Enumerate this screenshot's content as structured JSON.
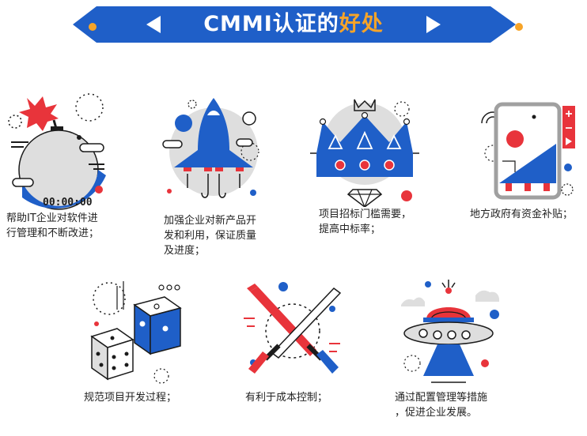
{
  "banner": {
    "title_main": "CMMI认证的",
    "title_accent": "好处"
  },
  "colors": {
    "blue": "#1f5fc8",
    "red": "#e8343b",
    "orange": "#f7a428",
    "gray": "#dedede",
    "dark": "#1b1b1b"
  },
  "items": [
    {
      "clock_text": "00:00:00",
      "caption": "帮助IT企业对软件进\n行管理和不断改进；"
    },
    {
      "caption": "加强企业对新产品开\n发和利用，保证质量\n及进度；"
    },
    {
      "caption": "项目招标门槛需要，\n提高中标率；"
    },
    {
      "caption": "地方政府有资金补贴；"
    },
    {
      "caption": "规范项目开发过程；"
    },
    {
      "caption": "有利于成本控制；"
    },
    {
      "caption": "通过配置管理等措施\n，促进企业发展。"
    }
  ]
}
